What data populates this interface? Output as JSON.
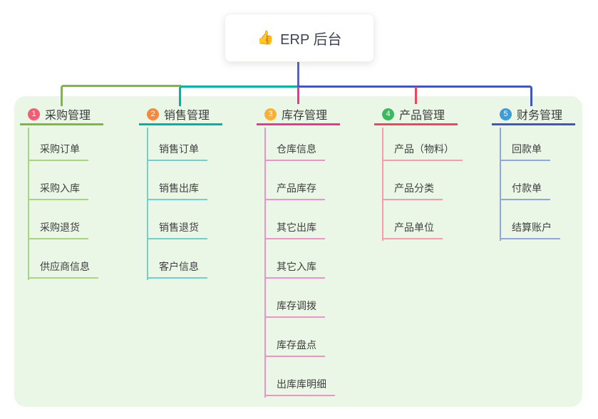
{
  "root": {
    "icon": "👍",
    "label": "ERP 后台"
  },
  "colors": {
    "panel_bg": "#ebf7e6",
    "root_line": "#5465c8",
    "header_text": "#3d3d3d",
    "child_text": "#3f3f3f"
  },
  "branches": [
    {
      "badge": "1",
      "label": "采购管理",
      "badge_color": "#f25d74",
      "line_color": "#7cb93f",
      "child_line_color": "#a9d580",
      "children": [
        "采购订单",
        "采购入库",
        "采购退货",
        "供应商信息"
      ]
    },
    {
      "badge": "2",
      "label": "销售管理",
      "badge_color": "#f9883b",
      "line_color": "#00b3a6",
      "child_line_color": "#72cfc9",
      "children": [
        "销售订单",
        "销售出库",
        "销售退货",
        "客户信息"
      ]
    },
    {
      "badge": "3",
      "label": "库存管理",
      "badge_color": "#fbaf33",
      "line_color": "#e53a94",
      "child_line_color": "#f192c6",
      "children": [
        "仓库信息",
        "产品库存",
        "其它出库",
        "其它入库",
        "库存调拨",
        "库存盘点",
        "出库库明细"
      ]
    },
    {
      "badge": "4",
      "label": "产品管理",
      "badge_color": "#3cb95f",
      "line_color": "#ef4560",
      "child_line_color": "#f79ba8",
      "children": [
        "产品（物料）",
        "产品分类",
        "产品单位"
      ]
    },
    {
      "badge": "5",
      "label": "财务管理",
      "badge_color": "#3e9bd8",
      "line_color": "#4255c4",
      "child_line_color": "#93a5e1",
      "children": [
        "回款单",
        "付款单",
        "结算账户"
      ]
    }
  ]
}
